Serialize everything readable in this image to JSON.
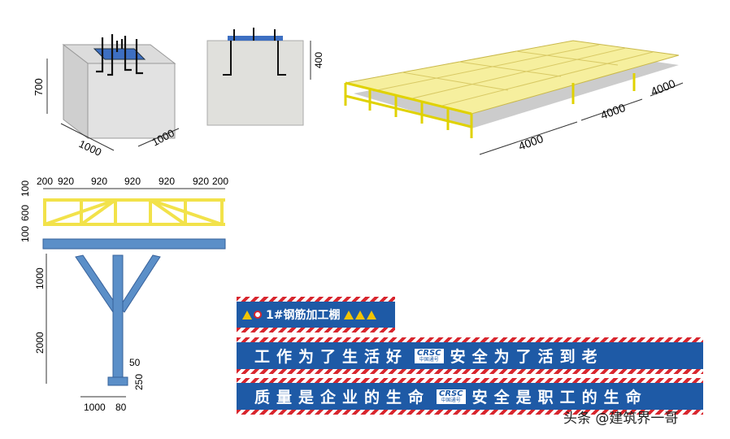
{
  "foundation_3d": {
    "height": "700",
    "width": "1000",
    "depth": "1000"
  },
  "foundation_section": {
    "height": "400"
  },
  "platform_3d": {
    "dims": [
      "4000",
      "4000",
      "4000"
    ]
  },
  "elevation": {
    "top_dims": [
      "200",
      "920",
      "920",
      "920",
      "920",
      "920",
      "200"
    ],
    "truss_dims": [
      "100",
      "600",
      "100"
    ],
    "column_dims": [
      "1000",
      "2000"
    ],
    "base_dims": [
      "50",
      "250"
    ],
    "bottom_dims": [
      "1000",
      "80"
    ]
  },
  "banners": {
    "title": "1#钢筋加工棚",
    "slogan1_left": "工作为了生活好",
    "slogan1_right": "安全为了活到老",
    "slogan2_left": "质量是企业的生命",
    "slogan2_right": "安全是职工的生命",
    "logo_top": "CRSC",
    "logo_bottom": "中国通号"
  },
  "watermark": "头条 @建筑界一哥",
  "colors": {
    "banner_blue": "#1e5aa6",
    "steel_yellow": "#f2e24a",
    "steel_blue": "#5b8fc8",
    "hatch_red": "#d8262e"
  }
}
